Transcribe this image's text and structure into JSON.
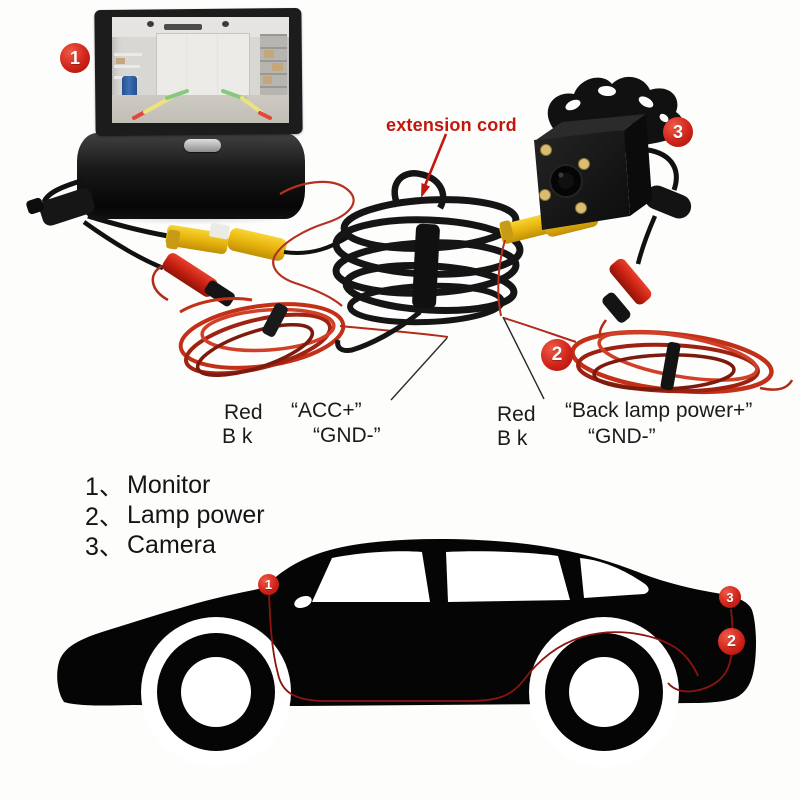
{
  "annotations": {
    "extension_cord": "extension cord"
  },
  "badges": {
    "monitor": "1",
    "lamp_power": "2",
    "camera": "3"
  },
  "wire_labels": {
    "left": {
      "wire1": "Red",
      "wire2": "B k",
      "term1": "“ACC+”",
      "term2": "“GND-”"
    },
    "right": {
      "wire1": "Red",
      "wire2": "B k",
      "term1": "“Back lamp power+”",
      "term2": "“GND-”"
    }
  },
  "legend": {
    "items": [
      {
        "num": "1、",
        "label": "Monitor"
      },
      {
        "num": "2、",
        "label": "Lamp power"
      },
      {
        "num": "3、",
        "label": "Camera"
      }
    ]
  },
  "colors": {
    "badge_red": "#d0241a",
    "annotation_red": "#c3170d",
    "wire_red": "#c22b18",
    "rca_yellow": "#ecb90f",
    "label_text": "#1b1b1b",
    "car_black": "#050505"
  }
}
